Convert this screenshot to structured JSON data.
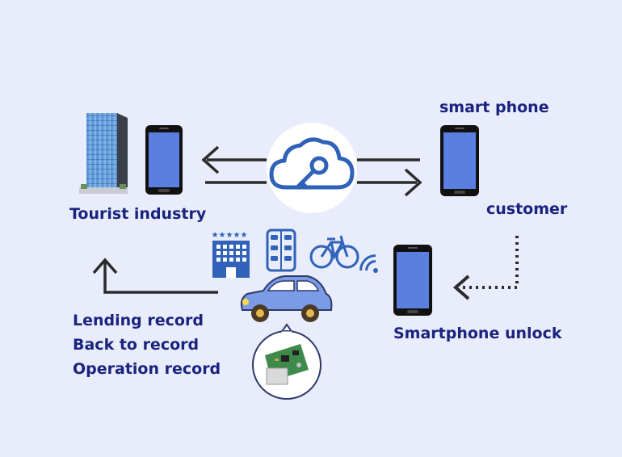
{
  "labels": {
    "tourist_industry": "Tourist industry",
    "smart_phone": "smart phone",
    "customer": "customer",
    "smartphone_unlock": "Smartphone unlock"
  },
  "records": [
    "Lending record",
    "Back to record",
    "Operation record"
  ],
  "colors": {
    "background": "#e8ecfb",
    "text": "#1a237e",
    "phone_screen": "#5b7fe0",
    "cloud": "#2f62b8",
    "hotel": "#2f62b8",
    "car": "#7b9be6"
  },
  "icons": [
    "building-icon",
    "phone-icon",
    "cloud-key-icon",
    "hotel-icon",
    "locker-icon",
    "bicycle-icon",
    "wifi-icon",
    "car-icon",
    "circuit-board-icon"
  ]
}
